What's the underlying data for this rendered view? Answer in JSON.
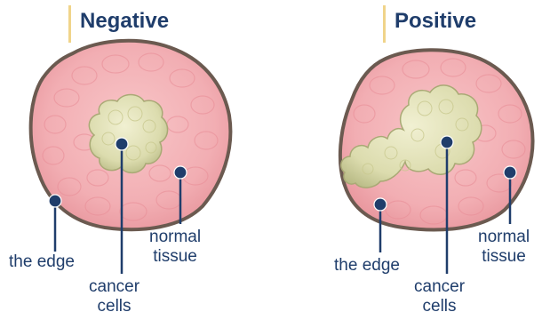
{
  "colors": {
    "title": "#1f3d6b",
    "label": "#1f3d6b",
    "title_bar": "#f0d48a",
    "tissue_fill": "#f2aeb3",
    "tissue_border": "#6b5a50",
    "cancer_fill": "#dcdcae"
  },
  "panels": [
    {
      "title": "Negative",
      "labels": {
        "edge": "the edge",
        "cancer_line1": "cancer",
        "cancer_line2": "cells",
        "normal_line1": "normal",
        "normal_line2": "tissue"
      }
    },
    {
      "title": "Positive",
      "labels": {
        "edge": "the edge",
        "cancer_line1": "cancer",
        "cancer_line2": "cells",
        "normal_line1": "normal",
        "normal_line2": "tissue"
      }
    }
  ]
}
